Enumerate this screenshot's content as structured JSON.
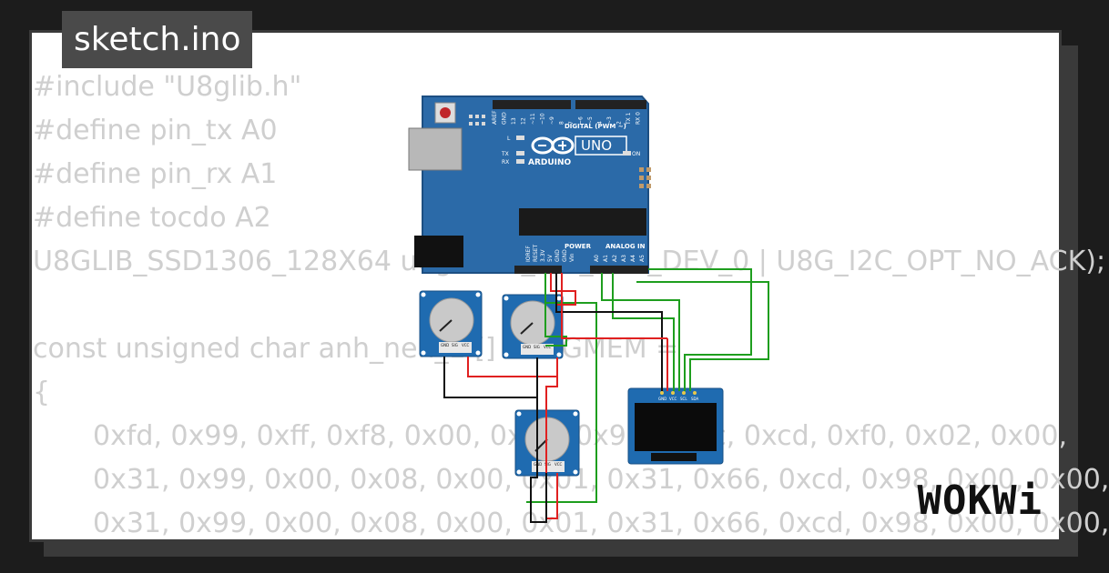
{
  "title": "sketch.ino",
  "brand": "WOKWi",
  "code_lines": [
    {
      "text": "#include \"U8glib.h\"",
      "indent": false
    },
    {
      "text": "#define pin_tx A0",
      "indent": false
    },
    {
      "text": "#define pin_rx A1",
      "indent": false
    },
    {
      "text": "#define tocdo A2",
      "indent": false
    },
    {
      "text": "U8GLIB_SSD1306_128X64 u8g(U8G_I2C_OPT_DEV_0 | U8G_I2C_OPT_NO_ACK);",
      "indent": false
    },
    {
      "text": "",
      "indent": false
    },
    {
      "text": "const unsigned char anh_nen_1 [] PROGMEM =",
      "indent": false
    },
    {
      "text": "{",
      "indent": false
    },
    {
      "text": "0xfd, 0x99, 0xff, 0xf8, 0x00, 0x00, 0x9e, 0x7c, 0xcd, 0xf0, 0x02, 0x00,",
      "indent": true
    },
    {
      "text": "0x31, 0x99, 0x00, 0x08, 0x00, 0x01, 0x31, 0x66, 0xcd, 0x98, 0x00, 0x00,",
      "indent": true
    },
    {
      "text": "0x31, 0x99, 0x00, 0x08, 0x00, 0x01, 0x31, 0x66, 0xcd, 0x98, 0x00, 0x00,",
      "indent": true
    }
  ],
  "arduino": {
    "model": "UNO",
    "maker": "ARDUINO",
    "digital_label": "DIGITAL (PWM ~)",
    "power_label": "POWER",
    "analog_label": "ANALOG IN",
    "top_pins": [
      "AREF",
      "GND",
      "13",
      "12",
      "~11",
      "~10",
      "~9",
      "8",
      "7",
      "~6",
      "~5",
      "4",
      "~3",
      "2",
      "TX 1",
      "RX 0"
    ],
    "power_pins": [
      "IOREF",
      "RESET",
      "3.3V",
      "5V",
      "GND",
      "GND",
      "Vin"
    ],
    "analog_pins": [
      "A0",
      "A1",
      "A2",
      "A3",
      "A4",
      "A5"
    ],
    "led_labels": [
      "L",
      "TX",
      "RX",
      "ON"
    ]
  },
  "potentiometer_pins": [
    "GND",
    "SIG",
    "VCC"
  ],
  "oled_pins": [
    "GND",
    "VCC",
    "SCL",
    "SDA"
  ],
  "colors": {
    "board": "#2b6aa8",
    "module": "#1f6bb0",
    "wire_green": "#1e9e1e",
    "wire_red": "#e02020",
    "wire_black": "#111111"
  }
}
